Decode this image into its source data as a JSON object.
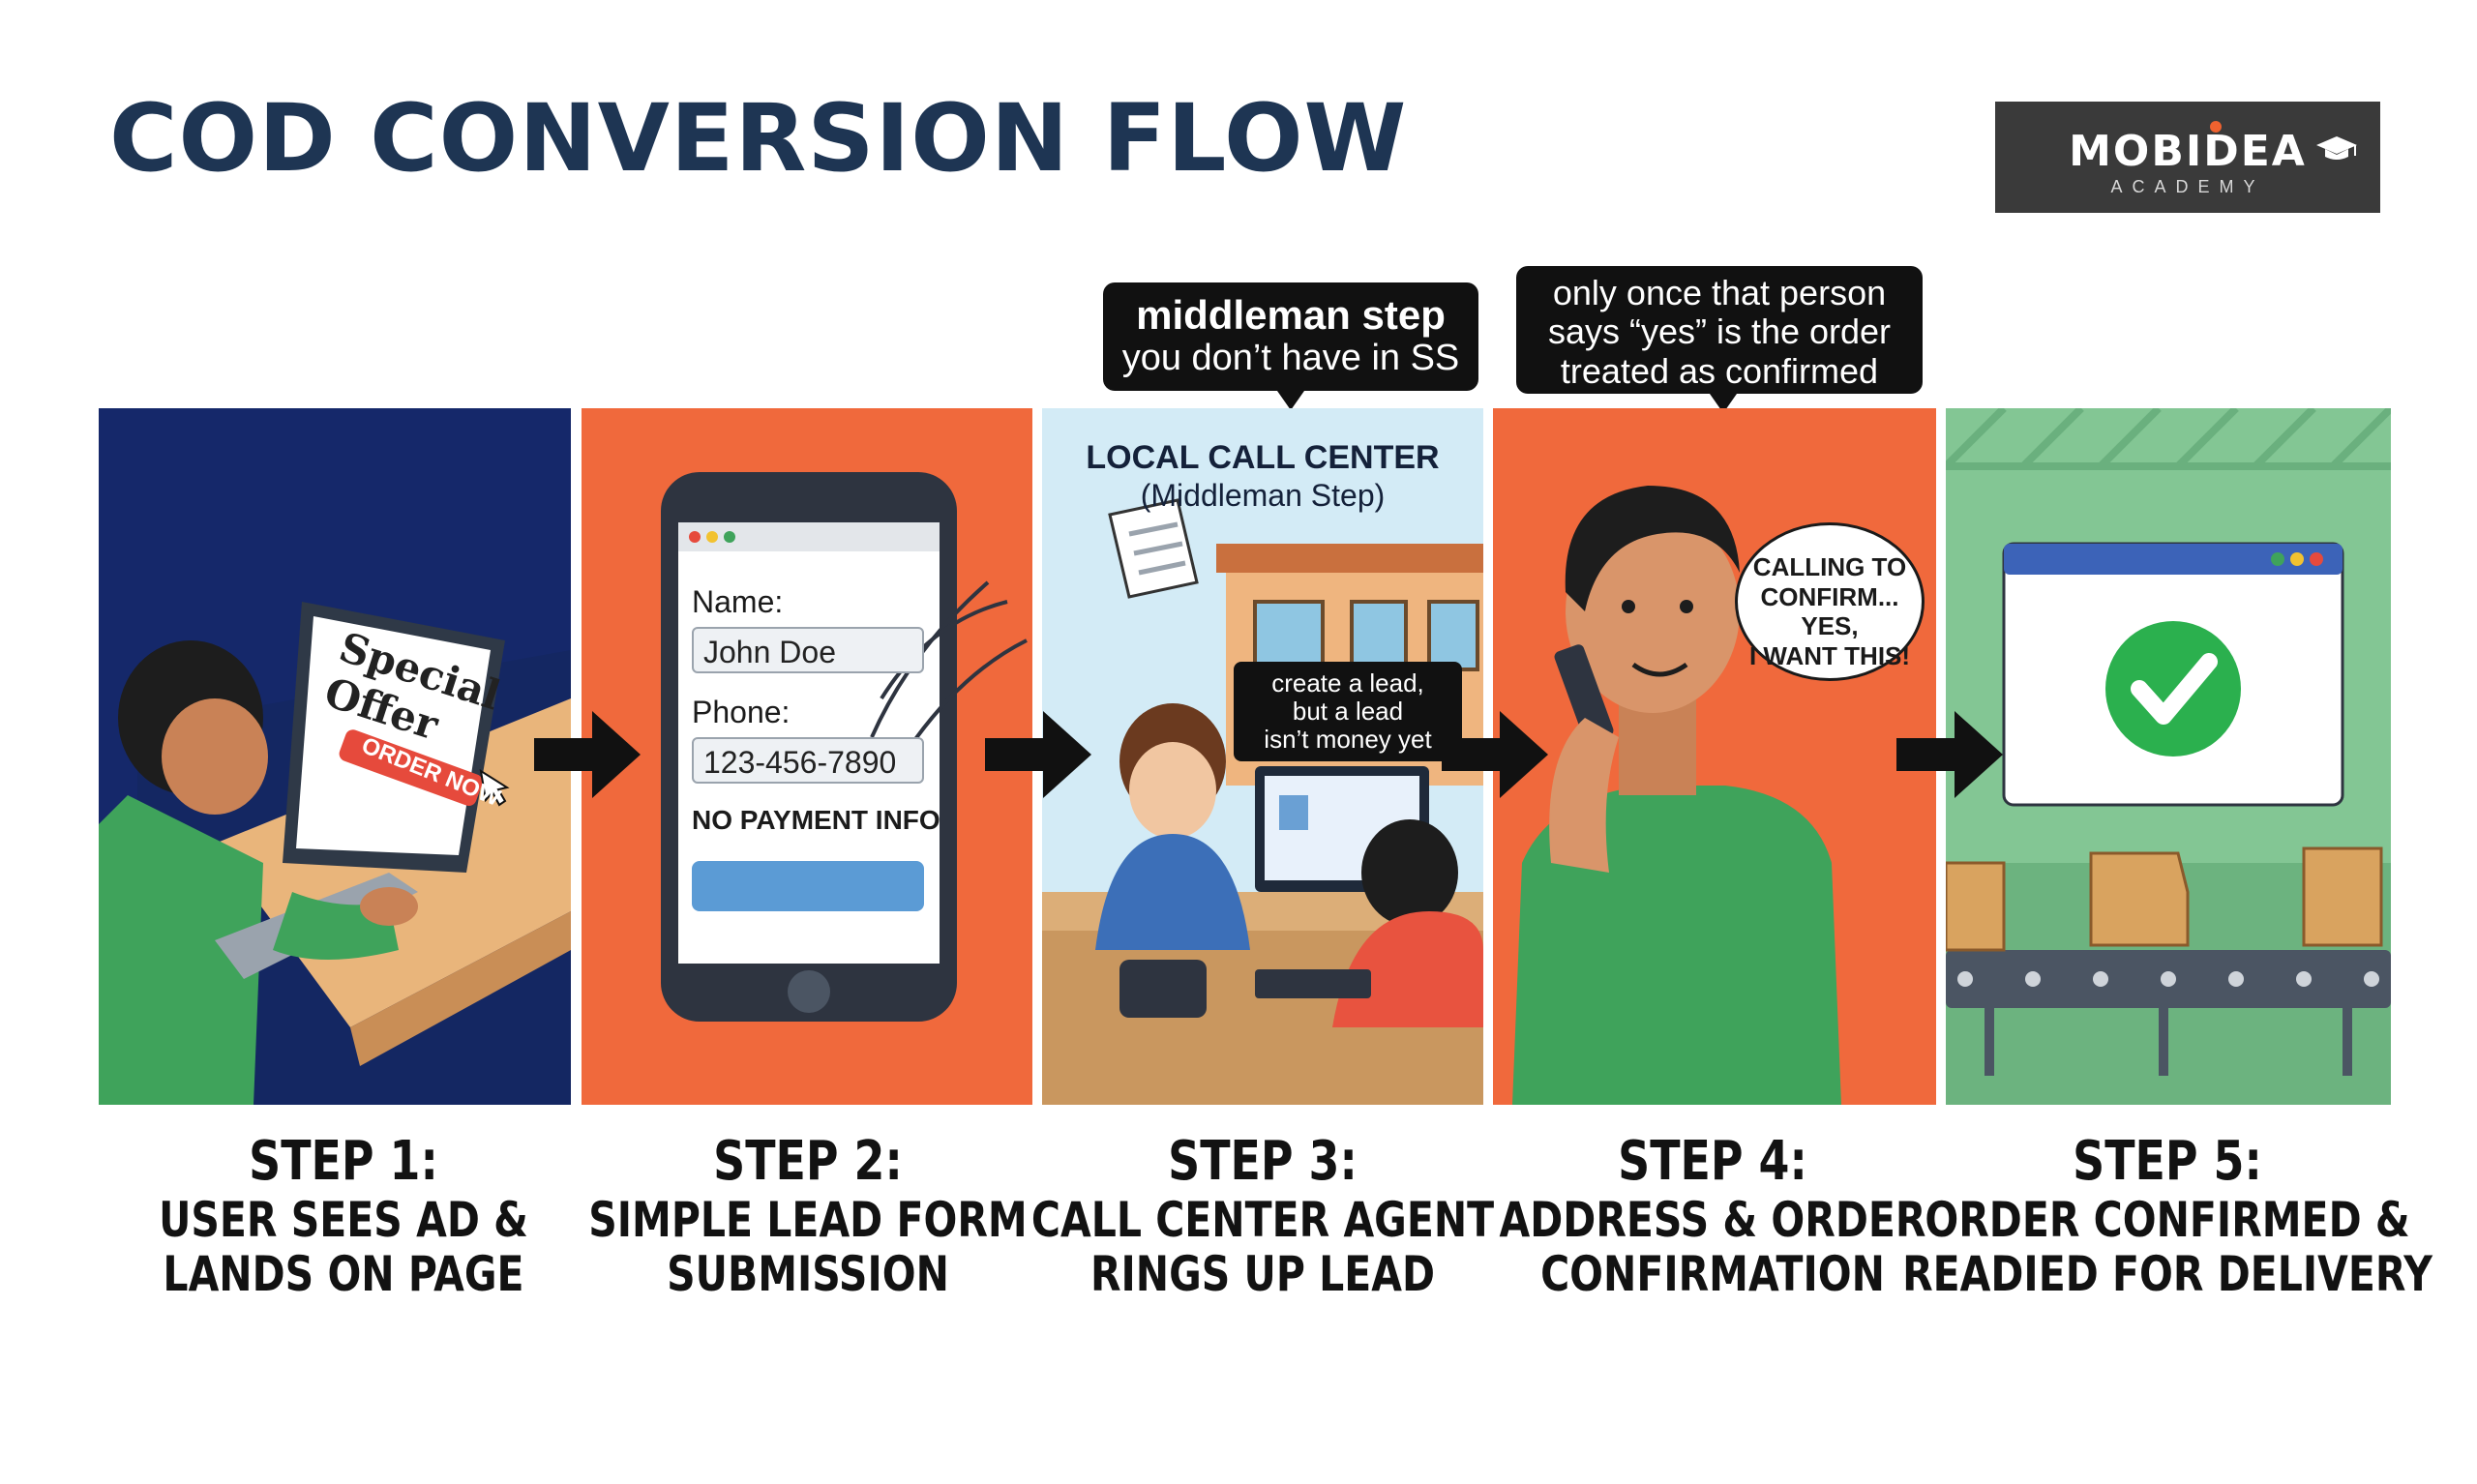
{
  "title": "COD CONVERSION FLOW",
  "logo": {
    "name": "MOBIDEA",
    "sub": "ACADEMY"
  },
  "callouts": {
    "middleman": {
      "head": "middleman step",
      "body": "you don’t have in SS"
    },
    "confirm": {
      "lines": [
        "only once that person",
        "says “yes” is the order",
        "treated as confirmed"
      ]
    }
  },
  "panel1": {
    "ad_title": "Special Offer",
    "ad_button": "ORDER NOW"
  },
  "panel2": {
    "name_label": "Name:",
    "name_value": "John Doe",
    "phone_label": "Phone:",
    "phone_value": "123-456-7890",
    "note": "NO PAYMENT INFO"
  },
  "panel3": {
    "title": "LOCAL CALL CENTER",
    "subtitle": "(Middleman Step)",
    "lead_note": [
      "create a lead,",
      "but a lead",
      "isn’t money yet"
    ]
  },
  "panel4": {
    "speech": [
      "CALLING TO",
      "CONFIRM... YES,",
      "I WANT THIS!"
    ]
  },
  "steps": [
    {
      "num": "STEP 1:",
      "lines": [
        "USER SEES AD &",
        "LANDS ON PAGE"
      ]
    },
    {
      "num": "STEP 2:",
      "lines": [
        "SIMPLE LEAD FORM",
        "SUBMISSION"
      ]
    },
    {
      "num": "STEP 3:",
      "lines": [
        "CALL CENTER AGENT",
        "RINGS UP LEAD"
      ]
    },
    {
      "num": "STEP 4:",
      "lines": [
        "ADDRESS & ORDER",
        "CONFIRMATION"
      ]
    },
    {
      "num": "STEP 5:",
      "lines": [
        "ORDER CONFIRMED &",
        "READIED FOR DELIVERY"
      ]
    }
  ],
  "colors": {
    "title": "#1e3553",
    "orange": "#f0693c",
    "navy": "#15286a",
    "green": "#83c694",
    "sky": "#d3ebf6"
  }
}
